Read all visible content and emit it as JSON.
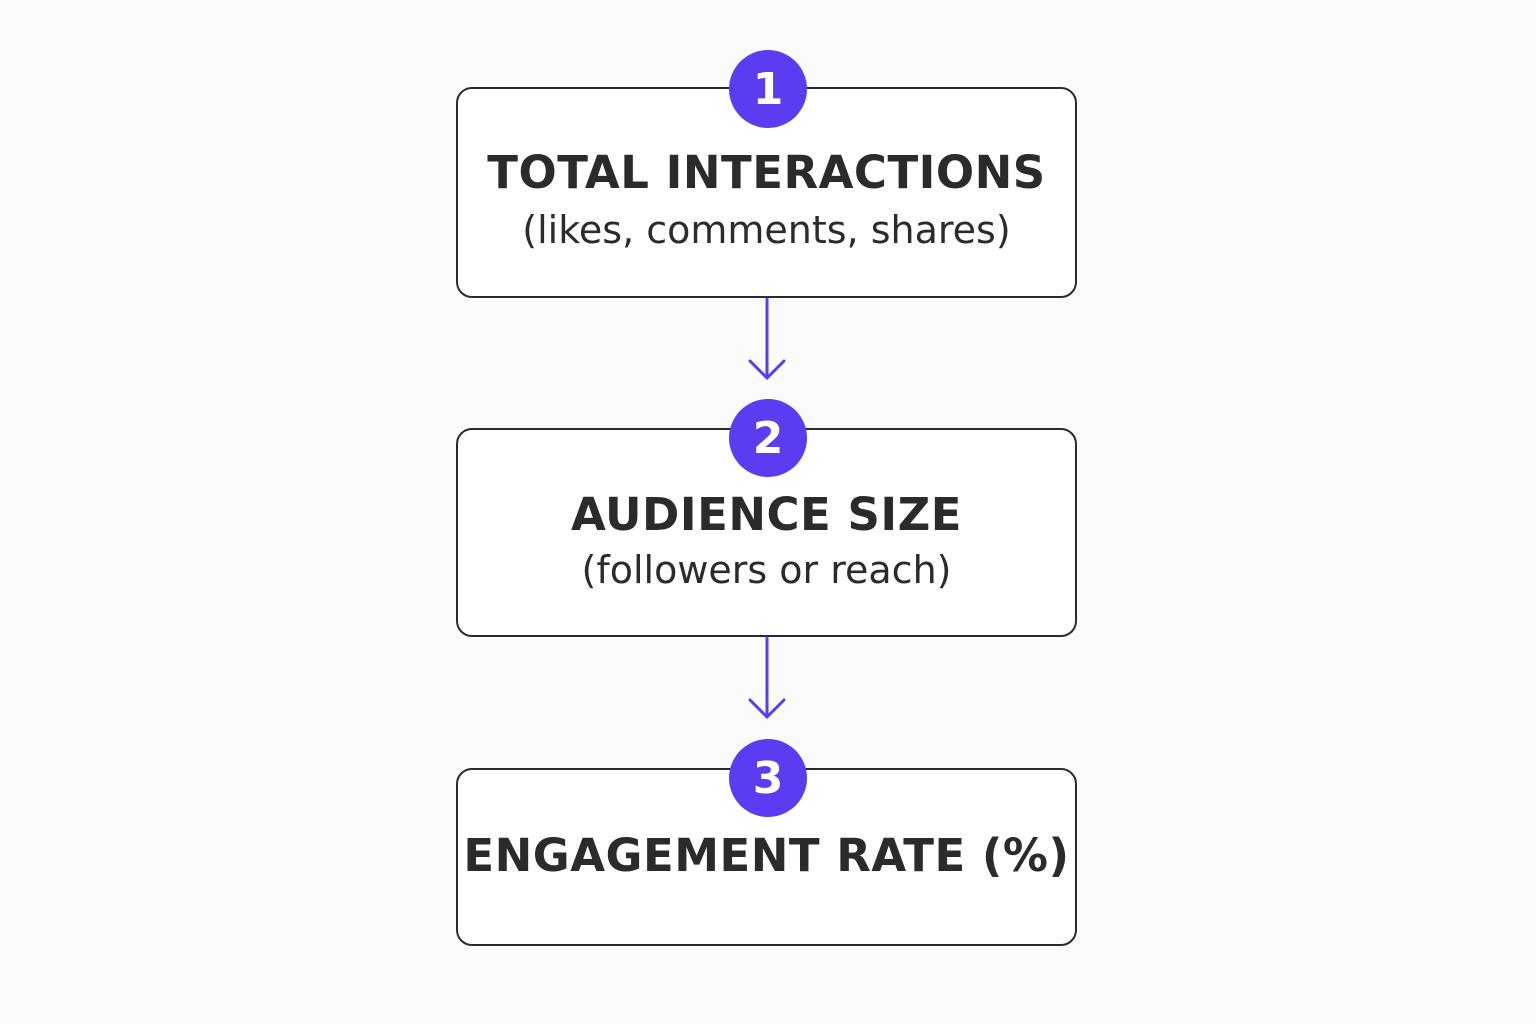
{
  "accent_color": "#5b3cf0",
  "line_color": "#2b2b2b",
  "steps": [
    {
      "number": "1",
      "title": "TOTAL INTERACTIONS",
      "subtitle": "(likes, comments, shares)"
    },
    {
      "number": "2",
      "title": "AUDIENCE SIZE",
      "subtitle": "(followers or reach)"
    },
    {
      "number": "3",
      "title": "ENGAGEMENT RATE (%)"
    }
  ]
}
